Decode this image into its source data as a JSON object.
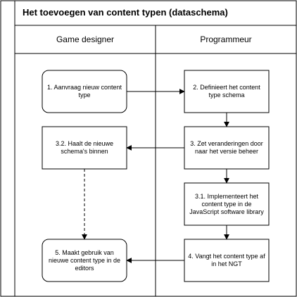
{
  "pool": {
    "title": "Het toevoegen van content typen (dataschema)"
  },
  "lanes": [
    {
      "label": "Game designer"
    },
    {
      "label": "Programmeur"
    }
  ],
  "nodes": [
    {
      "id": "n1",
      "label": "1. Aanvraag nieuw content type",
      "shape": "rounded"
    },
    {
      "id": "n2",
      "label": "2. Definieert het content type schema",
      "shape": "rect"
    },
    {
      "id": "n3",
      "label": "3. Zet veranderingen door naar het versie beheer",
      "shape": "rect"
    },
    {
      "id": "n32",
      "label": "3.2. Haalt de nieuwe schema's binnen",
      "shape": "rect"
    },
    {
      "id": "n31",
      "label": "3.1. Implementeert het content type in de JavaScript software library",
      "shape": "rect"
    },
    {
      "id": "n4",
      "label": "4. Vangt het content type af in het NGT",
      "shape": "rect"
    },
    {
      "id": "n5",
      "label": "5. Maakt gebruik van nieuwe content type in de editors",
      "shape": "rounded"
    }
  ],
  "edges": [
    {
      "from": "n1",
      "to": "n2",
      "style": "solid"
    },
    {
      "from": "n2",
      "to": "n3",
      "style": "solid"
    },
    {
      "from": "n3",
      "to": "n32",
      "style": "solid"
    },
    {
      "from": "n3",
      "to": "n31",
      "style": "solid"
    },
    {
      "from": "n31",
      "to": "n4",
      "style": "solid"
    },
    {
      "from": "n4",
      "to": "n5",
      "style": "solid"
    },
    {
      "from": "n32",
      "to": "n5",
      "style": "dashed"
    }
  ]
}
